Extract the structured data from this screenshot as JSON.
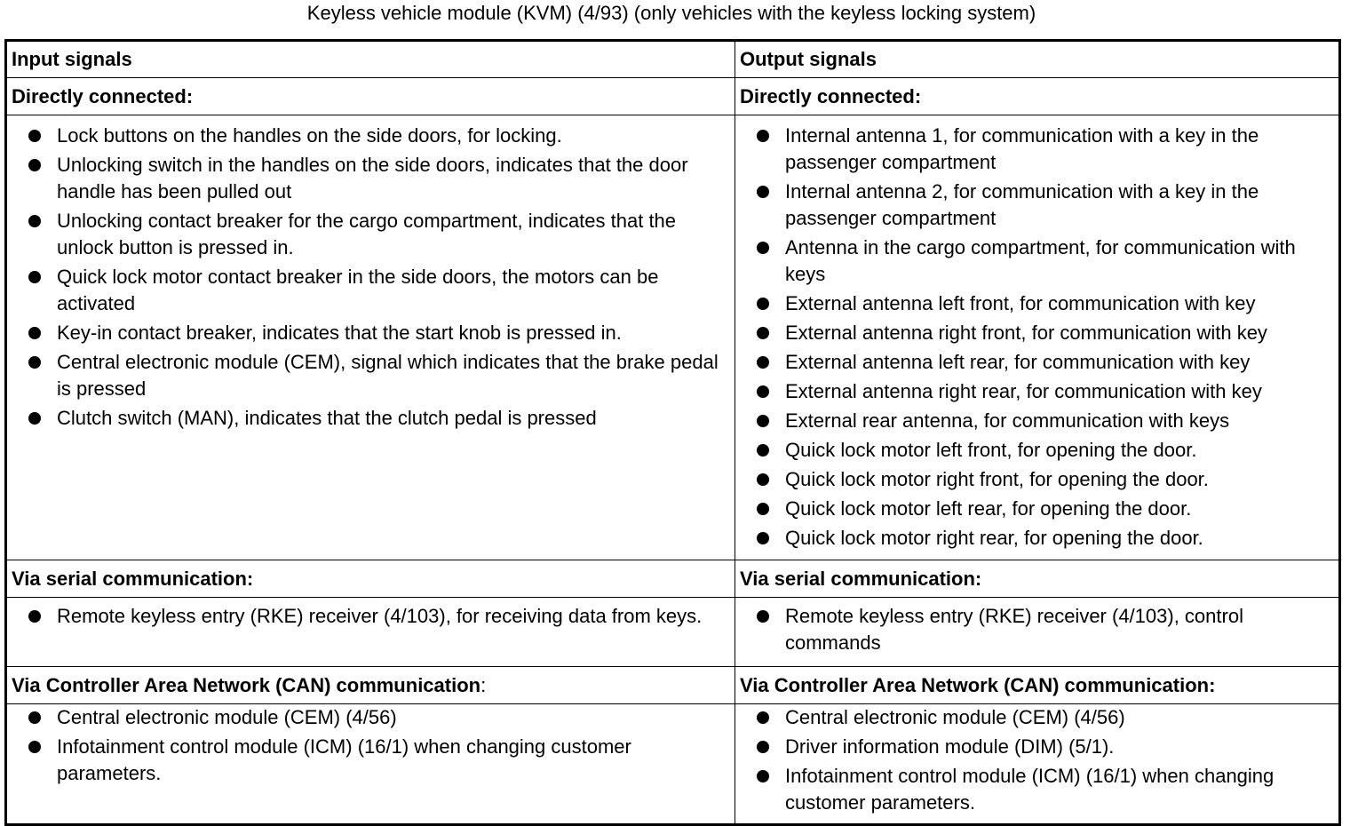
{
  "caption": "Keyless vehicle module (KVM) (4/93) (only vehicles with the keyless locking system)",
  "headers": {
    "input": "Input signals",
    "output": "Output signals"
  },
  "directly": {
    "label": "Directly connected:",
    "input_items": [
      "Lock buttons on the handles on the side doors, for locking.",
      "Unlocking switch in the handles on the side doors, indicates that the door handle has been pulled out",
      "Unlocking contact breaker for the cargo compartment, indicates that the unlock button is pressed in.",
      "Quick lock motor contact breaker in the side doors, the motors can be activated",
      "Key-in contact breaker, indicates that the start knob is pressed in.",
      "Central electronic module (CEM), signal which indicates that the brake pedal is pressed",
      "Clutch switch (MAN), indicates that the clutch pedal is pressed"
    ],
    "output_items": [
      "Internal antenna 1, for communication with a key in the passenger compartment",
      "Internal antenna 2, for communication with a key in the passenger compartment",
      "Antenna in the cargo compartment, for communication with keys",
      "External antenna left front, for communication with key",
      "External antenna right front, for communication with key",
      "External antenna left rear, for communication with key",
      "External antenna right rear, for communication with key",
      "External rear antenna, for communication with keys",
      "Quick lock motor left front, for opening the door.",
      "Quick lock motor right front, for opening the door.",
      "Quick lock motor left rear, for opening the door.",
      "Quick lock motor right rear, for opening the door."
    ]
  },
  "serial": {
    "label": "Via serial communication:",
    "input_items": [
      "Remote keyless entry (RKE) receiver (4/103), for receiving data from keys."
    ],
    "output_items": [
      "Remote keyless entry (RKE) receiver (4/103), control commands"
    ]
  },
  "can": {
    "label_bold": "Via Controller Area Network (CAN) communication",
    "label_colon": ":",
    "input_items": [
      "Central electronic module (CEM) (4/56)",
      "Infotainment control module (ICM) (16/1) when changing customer parameters."
    ],
    "output_items": [
      "Central electronic module (CEM) (4/56)",
      "Driver information module (DIM) (5/1).",
      "Infotainment control module (ICM) (16/1) when changing customer parameters."
    ]
  },
  "icons": {
    "bullet": "filled-circle-bullet-icon"
  }
}
